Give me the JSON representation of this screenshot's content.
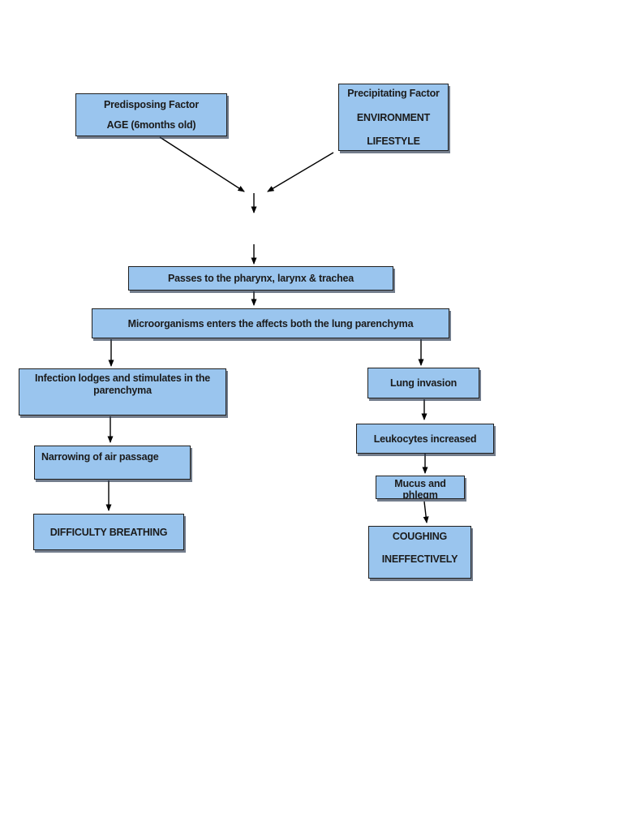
{
  "page": {
    "background": "#ffffff",
    "description": "Pathophysiology flowchart page"
  },
  "colors": {
    "node_fill": "#9ac5ee",
    "node_border": "#1f1f1f",
    "node_shadow": "#28374e",
    "arrow": "#000000",
    "text": "#1b1b1b"
  },
  "flowchart": {
    "nodes": {
      "predisposing": {
        "line1": "Predisposing Factor",
        "line2": "AGE (6months old)"
      },
      "precipitating": {
        "line1": "Precipitating Factor",
        "line2": "ENVIRONMENT",
        "line3": "LIFESTYLE"
      },
      "passes": {
        "line1": "Passes to the pharynx, larynx & trachea"
      },
      "microorganisms": {
        "line1": "Microorganisms enters the affects both the lung parenchyma"
      },
      "infection": {
        "line1": "Infection lodges and stimulates in the",
        "line2": "parenchyma"
      },
      "narrowing": {
        "line1": "Narrowing of air passage"
      },
      "difficulty": {
        "line1": "DIFFICULTY BREATHING"
      },
      "lung_invasion": {
        "line1": "Lung invasion"
      },
      "leukocytes": {
        "line1": "Leukocytes increased"
      },
      "mucus": {
        "line1": "Mucus and",
        "line2": "phlegm"
      },
      "coughing": {
        "line1": "COUGHING",
        "line2": "INEFFECTIVELY"
      }
    }
  }
}
